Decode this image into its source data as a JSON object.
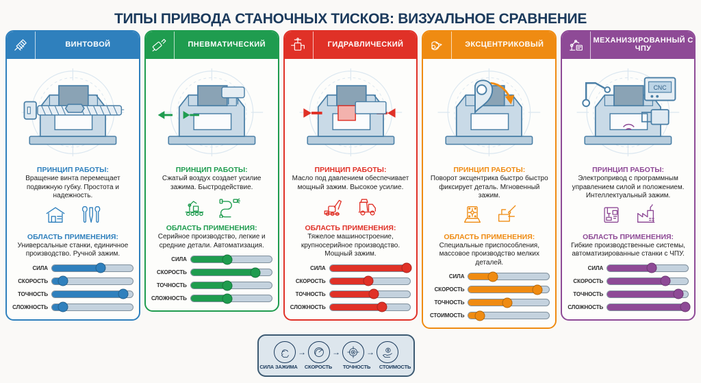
{
  "title": "ТИПЫ ПРИВОДА СТАНОЧНЫХ ТИСКОВ: ВИЗУАЛЬНОЕ СРАВНЕНИЕ",
  "section_labels": {
    "principle": "ПРИНЦИП РАБОТЫ:",
    "application": "ОБЛАСТЬ ПРИМЕНЕНИЯ:"
  },
  "legend": {
    "items": [
      {
        "icon": "clamp-hand-icon",
        "label": "СИЛА ЗАЖИМА"
      },
      {
        "icon": "speedometer-icon",
        "label": "СКОРОСТЬ"
      },
      {
        "icon": "target-icon",
        "label": "ТОЧНОСТЬ"
      },
      {
        "icon": "cost-hand-coin-icon",
        "label": "СТОИМОСТЬ"
      }
    ],
    "separator": "→"
  },
  "cards": [
    {
      "id": "screw",
      "title": "ВИНТОВОЙ",
      "icon": "screw-icon",
      "color": "#2f80bd",
      "accent": "#2f80bd",
      "illustration": "screw-vise-blueprint",
      "principle": "Вращение винта перемещает подвижную губку. Простота и надежность.",
      "mini_icons": [
        "workshop-building-icon",
        "wrench-screwdriver-icon"
      ],
      "application": "Универсальные станки, единичное производство. Ручной зажим.",
      "sliders": [
        {
          "label": "СИЛА",
          "value": 60
        },
        {
          "label": "СКОРОСТЬ",
          "value": 14
        },
        {
          "label": "ТОЧНОСТЬ",
          "value": 88
        },
        {
          "label": "СЛОЖНОСТЬ",
          "value": 14
        }
      ]
    },
    {
      "id": "pneumatic",
      "title": "ПНЕВМАТИЧЕСКИЙ",
      "icon": "air-cylinder-icon",
      "color": "#1f9c4f",
      "accent": "#1f9c4f",
      "illustration": "pneumatic-vise-blueprint",
      "principle": "Сжатый воздух создает усилие зажима. Быстродействие.",
      "mini_icons": [
        "conveyor-robot-icon",
        "air-hose-icon"
      ],
      "application": "Серийное производство, легкие и средние детали. Автоматизация.",
      "sliders": [
        {
          "label": "СИЛА",
          "value": 45
        },
        {
          "label": "СКОРОСТЬ",
          "value": 80
        },
        {
          "label": "ТОЧНОСТЬ",
          "value": 45
        },
        {
          "label": "СЛОЖНОСТЬ",
          "value": 45
        }
      ]
    },
    {
      "id": "hydraulic",
      "title": "ГИДРАВЛИЧЕСКИЙ",
      "icon": "hydraulic-valve-icon",
      "color": "#e03127",
      "accent": "#e03127",
      "illustration": "hydraulic-vise-blueprint",
      "principle": "Масло под давлением обеспечивает мощный зажим. Высокое усилие.",
      "mini_icons": [
        "excavator-icon",
        "dump-truck-icon"
      ],
      "application": "Тяжелое машиностроение, крупносерийное производство. Мощный зажим.",
      "sliders": [
        {
          "label": "СИЛА",
          "value": 95
        },
        {
          "label": "СКОРОСТЬ",
          "value": 48
        },
        {
          "label": "ТОЧНОСТЬ",
          "value": 55
        },
        {
          "label": "СЛОЖНОСТЬ",
          "value": 65
        }
      ]
    },
    {
      "id": "eccentric",
      "title": "ЭКСЦЕНТРИКОВЫЙ",
      "icon": "eccentric-cam-icon",
      "color": "#ef8b12",
      "accent": "#ef8b12",
      "illustration": "eccentric-vise-blueprint",
      "principle": "Поворот эксцентрика быстро быстро фиксирует деталь. Мгновенный зажим.",
      "mini_icons": [
        "fixture-plate-icon",
        "welding-robot-icon"
      ],
      "application": "Специальные приспособления, массовое производство мелких деталей.",
      "sliders": [
        {
          "label": "СИЛА",
          "value": 30
        },
        {
          "label": "СКОРОСТЬ",
          "value": 85
        },
        {
          "label": "ТОЧНОСТЬ",
          "value": 48
        },
        {
          "label": "СТОИМОСТЬ",
          "value": 14
        }
      ]
    },
    {
      "id": "cnc",
      "title": "МЕХАНИЗИРОВАННЫЙ С ЧПУ",
      "icon": "robot-arm-cnc-icon",
      "color": "#8e4a96",
      "accent": "#8e4a96",
      "illustration": "cnc-vise-blueprint",
      "principle": "Электропривод с программным управлением силой и положением. Интеллектуальный зажим.",
      "mini_icons": [
        "cnc-machine-icon",
        "factory-icon"
      ],
      "application": "Гибкие производственные системы, автоматизированные станки с ЧПУ.",
      "sliders": [
        {
          "label": "СИЛА",
          "value": 55
        },
        {
          "label": "СКОРОСТЬ",
          "value": 72
        },
        {
          "label": "ТОЧНОСТЬ",
          "value": 88
        },
        {
          "label": "СЛОЖНОСТЬ",
          "value": 97
        }
      ]
    }
  ]
}
